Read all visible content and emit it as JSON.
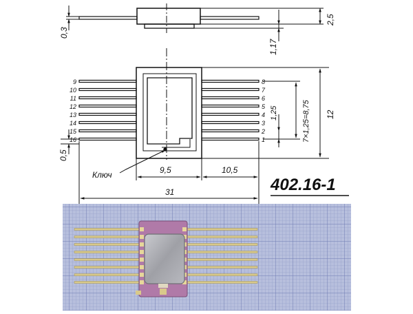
{
  "part_number": "402.16-1",
  "key_label": "Ключ",
  "dimensions": {
    "lead_thickness": "0,3",
    "body_height": "2,5",
    "standoff": "1,17",
    "pin_pitch": "7×1,25=8,75",
    "pitch_single": "1,25",
    "body_length": "12",
    "end_offset": "0,5",
    "body_width": "9,5",
    "lead_span": "10,5",
    "overall_length": "31"
  },
  "pins_left": [
    "9",
    "10",
    "11",
    "12",
    "13",
    "14",
    "15",
    "16"
  ],
  "pins_right": [
    "8",
    "7",
    "6",
    "5",
    "4",
    "3",
    "2",
    "1"
  ],
  "colors": {
    "drawing_line": "#111111",
    "photo_grid_background": "#b7bfdd",
    "package_body": "#b07aa8",
    "lid_metal": "#a9aab0",
    "lead_gold": "#d9c98a"
  }
}
